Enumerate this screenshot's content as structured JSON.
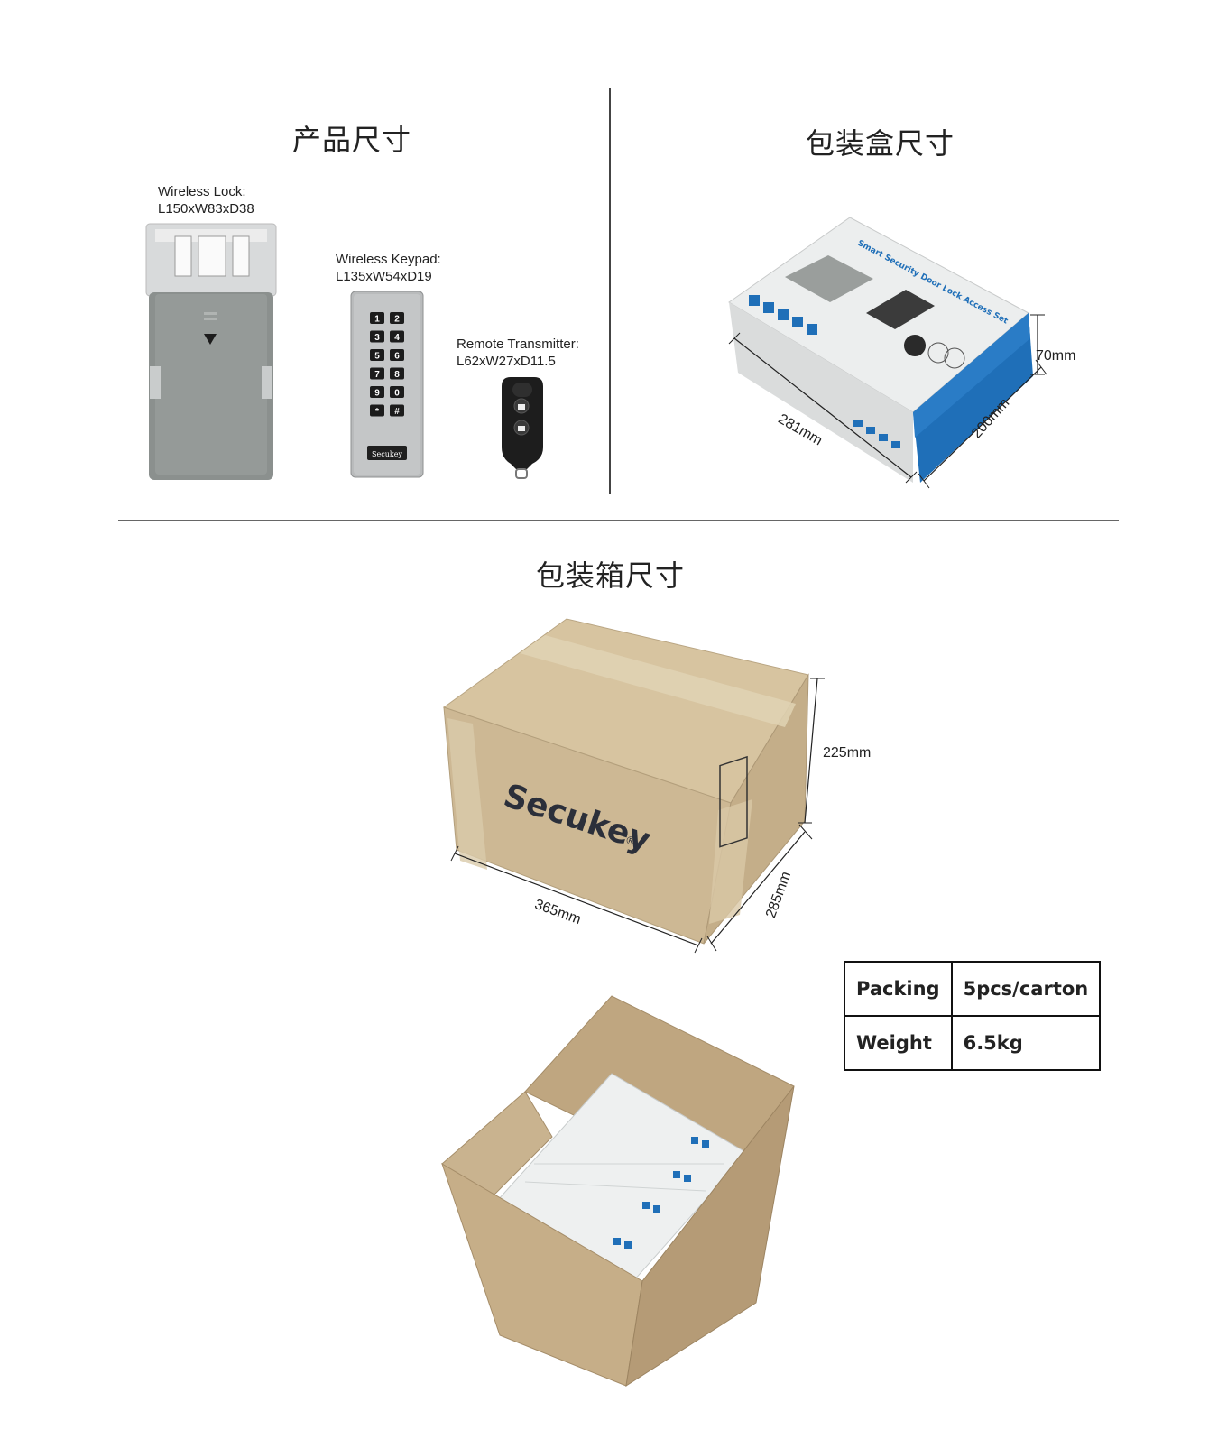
{
  "sections": {
    "product": {
      "heading": "产品尺寸"
    },
    "giftbox": {
      "heading": "包装盒尺寸"
    },
    "carton": {
      "heading": "包装箱尺寸"
    }
  },
  "products": {
    "lock": {
      "name": "Wireless Lock:",
      "dims": "L150xW83xD38",
      "icon": "lock-device-image"
    },
    "keypad": {
      "name": "Wireless Keypad:",
      "dims": "L135xW54xD19",
      "brand": "Secukey",
      "keys": [
        "1",
        "2",
        "3",
        "4",
        "5",
        "6",
        "7",
        "8",
        "9",
        "0",
        "*",
        "#"
      ]
    },
    "remote": {
      "name": "Remote Transmitter:",
      "dims": "L62xW27xD11.5"
    }
  },
  "giftbox": {
    "label_text": "Smart Security Door Lock Access Set",
    "dim_length": "281mm",
    "dim_width": "200mm",
    "dim_height": "70mm",
    "accent_color": "#1f6fb8"
  },
  "carton": {
    "brand": "Secukey",
    "brand_mark": "®",
    "dim_length": "365mm",
    "dim_width": "285mm",
    "dim_height": "225mm",
    "cardboard_color": "#cdb894"
  },
  "spec_table": {
    "rows": [
      {
        "key": "Packing",
        "value": "5pcs/carton"
      },
      {
        "key": "Weight",
        "value": "6.5kg"
      }
    ]
  }
}
